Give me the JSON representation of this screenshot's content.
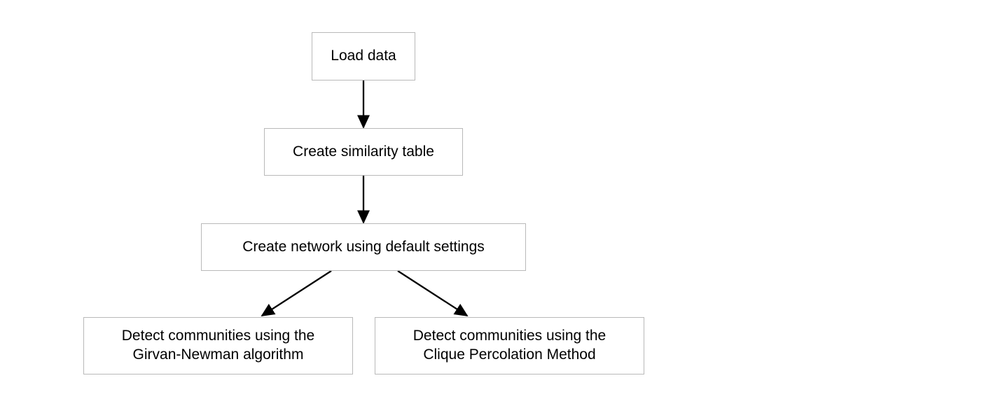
{
  "diagram": {
    "title": "Community detection workflow flowchart",
    "background_color": "#ffffff",
    "box_border_color": "#b9b9b9",
    "edge_color": "#000000",
    "text_color": "#000000",
    "nodes": [
      {
        "id": "load-data",
        "label": "Load data"
      },
      {
        "id": "similarity",
        "label": "Create similarity table"
      },
      {
        "id": "network",
        "label": "Create network using default settings"
      },
      {
        "id": "girvan-newman",
        "label": "Detect communities using the\nGirvan-Newman algorithm"
      },
      {
        "id": "clique",
        "label": "Detect communities using the\nClique Percolation Method"
      }
    ],
    "edges": [
      {
        "id": "edge-load-to-similarity",
        "from": "load-data",
        "to": "similarity",
        "style": "straight-arrow",
        "direction": "down"
      },
      {
        "id": "edge-similarity-to-network",
        "from": "similarity",
        "to": "network",
        "style": "straight-arrow",
        "direction": "down"
      },
      {
        "id": "edge-network-to-girvan",
        "from": "network",
        "to": "girvan-newman",
        "style": "straight-arrow",
        "direction": "down-left"
      },
      {
        "id": "edge-network-to-clique",
        "from": "network",
        "to": "clique",
        "style": "straight-arrow",
        "direction": "down-right"
      }
    ]
  }
}
